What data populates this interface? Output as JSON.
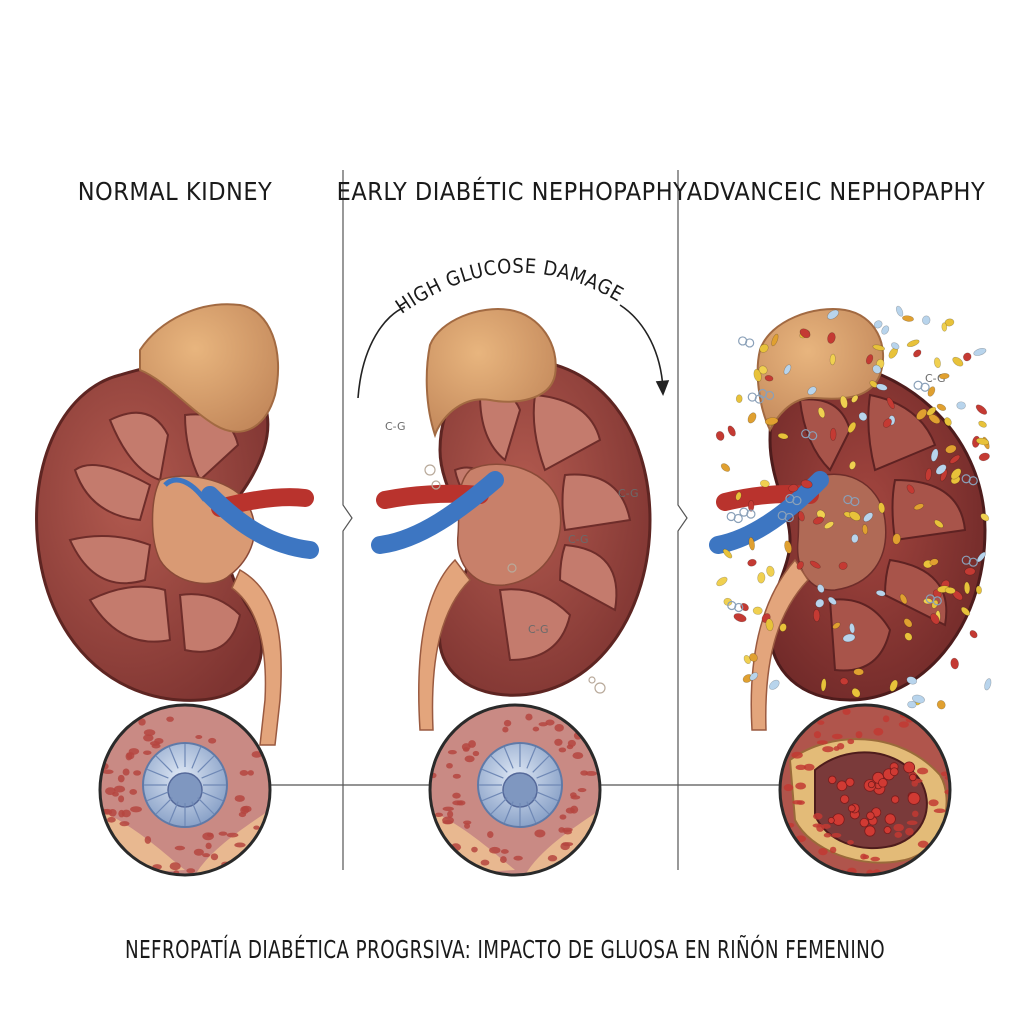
{
  "stages": [
    {
      "title": "NORMAL KIDNEY"
    },
    {
      "title": "EARLY DIABÉTIC NEPHOPAPHY"
    },
    {
      "title": "ADVANCEIC NEPHOPAPHY"
    }
  ],
  "arc_label": "HIGH GLUCOSE DAMAGE",
  "glucose_marks": [
    "C-G",
    "C-G",
    "C-G",
    "C-G",
    "C-G"
  ],
  "caption": "NEFROPATÍA DIABÉTICA PROGRSIVA: IMPACTO DE GLUOSA EN RIÑÓN FEMENINO",
  "colors": {
    "kidney": "#9c4a42",
    "kidney_dark": "#6e2d2a",
    "medulla": "#c87b6e",
    "adrenal": "#d9a06a",
    "pelvis": "#e6a878",
    "artery": "#c0352f",
    "vein": "#3f78c4"
  }
}
